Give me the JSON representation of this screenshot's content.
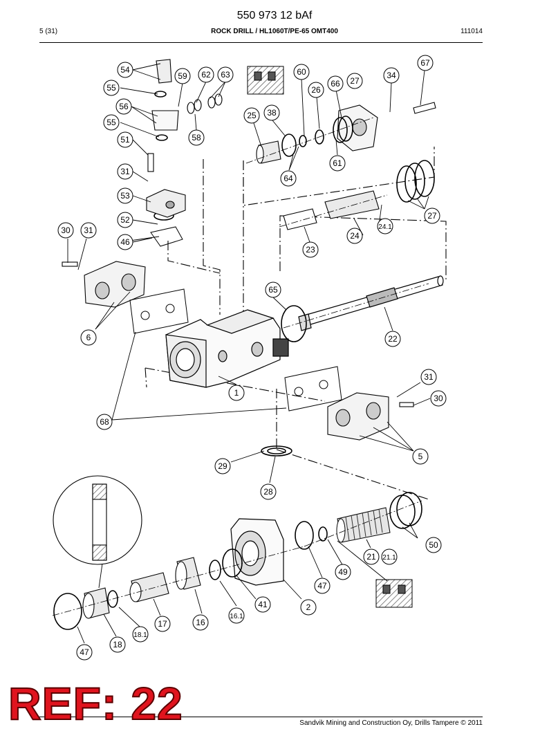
{
  "header": {
    "title": "550 973 12 bAf",
    "page": "5 (31)",
    "subtitle": "ROCK DRILL / HL1060T/PE-65 OMT400",
    "code": "111014"
  },
  "callouts": [
    "54",
    "55",
    "56",
    "55",
    "51",
    "31",
    "53",
    "52",
    "46",
    "30",
    "31",
    "6",
    "59",
    "62",
    "63",
    "58",
    "60",
    "25",
    "38",
    "26",
    "66",
    "27",
    "34",
    "67",
    "64",
    "61",
    "27",
    "24",
    "24.1",
    "23",
    "65",
    "22",
    "68",
    "1",
    "31",
    "30",
    "5",
    "29",
    "28",
    "50",
    "21",
    "21.1",
    "49",
    "47",
    "41",
    "2",
    "16",
    "16.1",
    "17",
    "18",
    "18.1",
    "47"
  ],
  "ref_badge": "REF: 22",
  "footer": {
    "copyright": "Sandvik Mining and Construction Oy, Drills Tampere © 2011"
  }
}
